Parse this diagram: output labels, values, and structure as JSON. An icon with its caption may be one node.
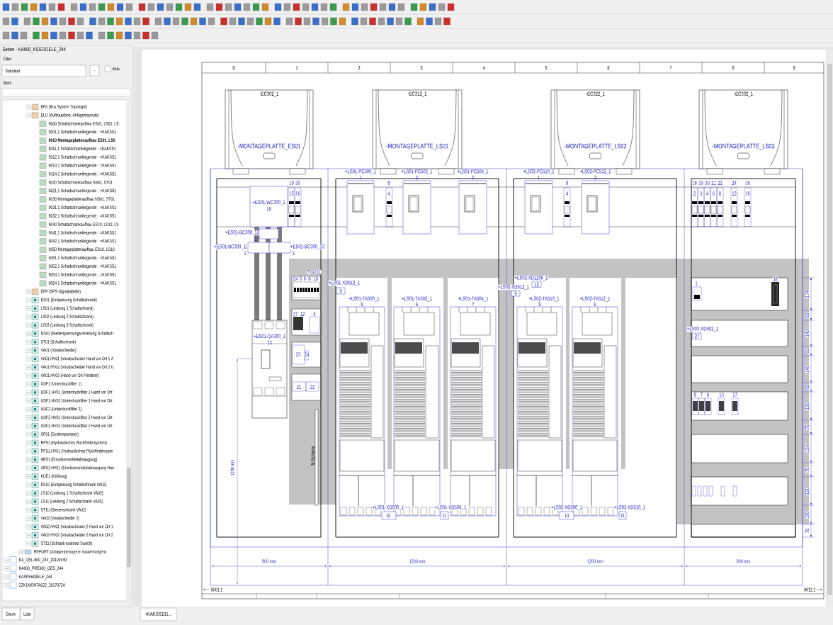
{
  "diagram": {
    "nodes": [
      {
        "text": [
          "-EC302_1",
          "-MONTAGEPLATTE_ES01"
        ]
      },
      {
        "text": [
          "-EC312_1",
          "-MONTAGEPLATTE_LS01"
        ]
      },
      {
        "text": [
          "-EC322_1",
          "-MONTAGEPLATTE_LS02"
        ]
      },
      {
        "text": [
          "-EC332_1",
          "-MONTAGEPLATTE_LS03"
        ]
      },
      {
        "text": [
          "+ES01-WC300_1",
          "18"
        ]
      },
      {
        "text": [
          "+ES01-BC300_12",
          "2"
        ]
      },
      {
        "text": [
          "+ES01-BC300_11",
          "1"
        ]
      },
      {
        "text": [
          "+ES01-BC300_13",
          "3"
        ]
      },
      {
        "text": [
          "+ES01-QA300_1",
          "13"
        ]
      },
      {
        "text": [
          "+LS01-PC500_1",
          "1"
        ]
      },
      {
        "text": [
          "+LS01-PC502_1",
          "2"
        ]
      },
      {
        "text": [
          "+LS01-PC504_1",
          "3"
        ]
      },
      {
        "text": [
          "+LS02-PC510_1",
          "1"
        ]
      },
      {
        "text": [
          "+LS02-PC512_1",
          "2"
        ]
      },
      {
        "text": [
          "+LS01-XD512_1",
          "9"
        ]
      },
      {
        "text": [
          "+LS01-TA500_1",
          "5"
        ]
      },
      {
        "text": [
          "+LS01-TA502_1",
          "6"
        ]
      },
      {
        "text": [
          "+LS01-TA504_1",
          "7"
        ]
      },
      {
        "text": [
          "+LS01-XD500_1",
          "10"
        ]
      },
      {
        "text": [
          "+LS01-XD506_1",
          "11"
        ]
      },
      {
        "text": [
          "+LS02-XD1196_1",
          "12"
        ]
      },
      {
        "text": [
          "+LS02-XD512_1",
          "9"
        ]
      },
      {
        "text": [
          "+LS02-TA510_1",
          "5"
        ]
      },
      {
        "text": [
          "+LS02-TA512_1",
          "6"
        ]
      },
      {
        "text": [
          "+LS02-XD500_1",
          "10"
        ]
      },
      {
        "text": [
          "+LS02-XD510_1",
          "11"
        ]
      },
      {
        "text": [
          "+LS03-XD502_1",
          "27"
        ]
      }
    ],
    "labels": [
      "Seiten - KA600_KSS101ELE_244",
      "Filter:",
      "Standard",
      "...",
      "Aktiv",
      "Wert:",
      "EFA (Bus System Topologie)",
      "ELU (Aufbaupläne, Anlagenlayouts)",
      "9000 Schaltschrankaufbau ES01, LS01, LS",
      "9001.1 Schaltschranklegende : =KAKSS1",
      "9010 Montageplattenaufbau ES01, LS0",
      "9011.1 Schaltschranklegende : =KAKSS1",
      "9012.1 Schaltschranklegende : =KAKSS1",
      "9013.1 Schaltschranklegende : =KAKSS1",
      "9014.1 Schaltschranklegende : =KAKSS1",
      "9020 Schaltschrankaufbau NS01, ST01",
      "9021.1 Schaltschranklegende : =KAKSS1",
      "9030 Montageplattenaufbau NS01, ST01",
      "9031.1 Schaltschranklegende : =KAKSS1",
      "9032.1 Schaltschranklegende : =KAKSS1",
      "9040 Schaltschrankaufbau ES10, LS10, LS",
      "9041.1 Schaltschranklegende : =KAKSS1",
      "9042.1 Schaltschranklegende : =KAKSS1",
      "9050 Montageplattenaufbau ES10, LS10,",
      "9051.1 Schaltschranklegende : =KAKSS1",
      "9052.1 Schaltschranklegende : =KAKSS1",
      "9053.1 Schaltschranklegende : =KAKSS1",
      "9054.1 Schaltschranklegende : =KAKSS1",
      "EFP (SPS-Signaltabelle)",
      "ES01 (Einspeisung Schaltschrank)",
      "LS01 (Leistung 1 Schaltschrank)",
      "LS02 (Leistung 2 Schaltschrank)",
      "LS03 (Leistung 3 Schaltschrank)",
      "NS01 (Niederspannungsverteilung Schaltsch",
      "ST01 (Schaltschrank)",
      "VA01 (Vorabscheider)",
      "VA01.HV01 (Vorabscheider Hand vor Ort 1 A",
      "VA01.HV02 (Vorabscheider Hand vor Ort 2 U",
      "VA01.HV03 (Hand vor Ort Förderer)",
      "UDF1 (Unterdruckfilter 1)",
      "UDF1.HV01 (Unterdruckfilter 1 Hand vor Ort",
      "UDF1.HV02 (Unterdruckfilter 1 Hand vor Ort",
      "UDF2 (Unterdruckfilter 2)",
      "UDF2.HV01 (Unterdruckfilter 2 Hand vor Ort",
      "UDF2.HV02 (Unterdruckfilter 2 Hand vor Ort",
      "SP01 (Systempumpen)",
      "RFS1 (Hydraulisches Rückfördersystem)",
      "RFS1.HV01 (Hydraulisches Rückfördersyste",
      "ABS1 (Emulsionsnebelabsaugung)",
      "ABS1.HV01 (Emulsionsnebelabsaugung Han",
      "KUE1 (Kühlung)",
      "ES10 (Einspeisung Schaltschrank VA02)",
      "LS10 (Leistung 1 Schaltschrank VA02)",
      "LS11 (Leistung 2 Schaltschrank VA02)",
      "ST10 (Steuerschrank VA02)",
      "VA02 (Vorabscheider 2)",
      "VA02.HV01 (Vorabscheider 2 Hand vor Ort 1",
      "VA02.HV02 (Vorabscheider 2 Hand vor Ort 2",
      "ST11 (Schrank externer Switch)",
      "REPORT (Anlagenbezogene Auswertungen)",
      "KA_OEL-600_244_29100449",
      "KA600_PRE600_GES_244",
      "KASPE600ELE_244",
      "ZZK1MONTA022_20170724",
      "Baum",
      "Liste",
      "+KAKSS101...",
      "0",
      "1",
      "2",
      "3",
      "4",
      "5",
      "6",
      "7",
      "8",
      "9",
      "19",
      "20",
      "15",
      "16",
      "8",
      "4",
      "8",
      "4",
      "18",
      "19",
      "20",
      "21",
      "22",
      "24",
      "26",
      "2",
      "3",
      "4",
      "6",
      "8",
      "12",
      "16",
      "7",
      "9",
      "11",
      "24",
      "5",
      "6",
      "8",
      "10",
      "17",
      "12",
      "4",
      "23",
      "24",
      "21",
      "22",
      "1",
      "J8",
      "5",
      "7",
      "9",
      "13",
      "17",
      "1200 mm",
      "174",
      "50",
      "140",
      "50",
      "140",
      "50",
      "150",
      "75",
      "150",
      "75",
      "150",
      "100",
      "70",
      "800 mm",
      "1200 mm",
      "1200 mm",
      "800 mm",
      "N-Schiene",
      "9001.1",
      "9011.1"
    ]
  }
}
